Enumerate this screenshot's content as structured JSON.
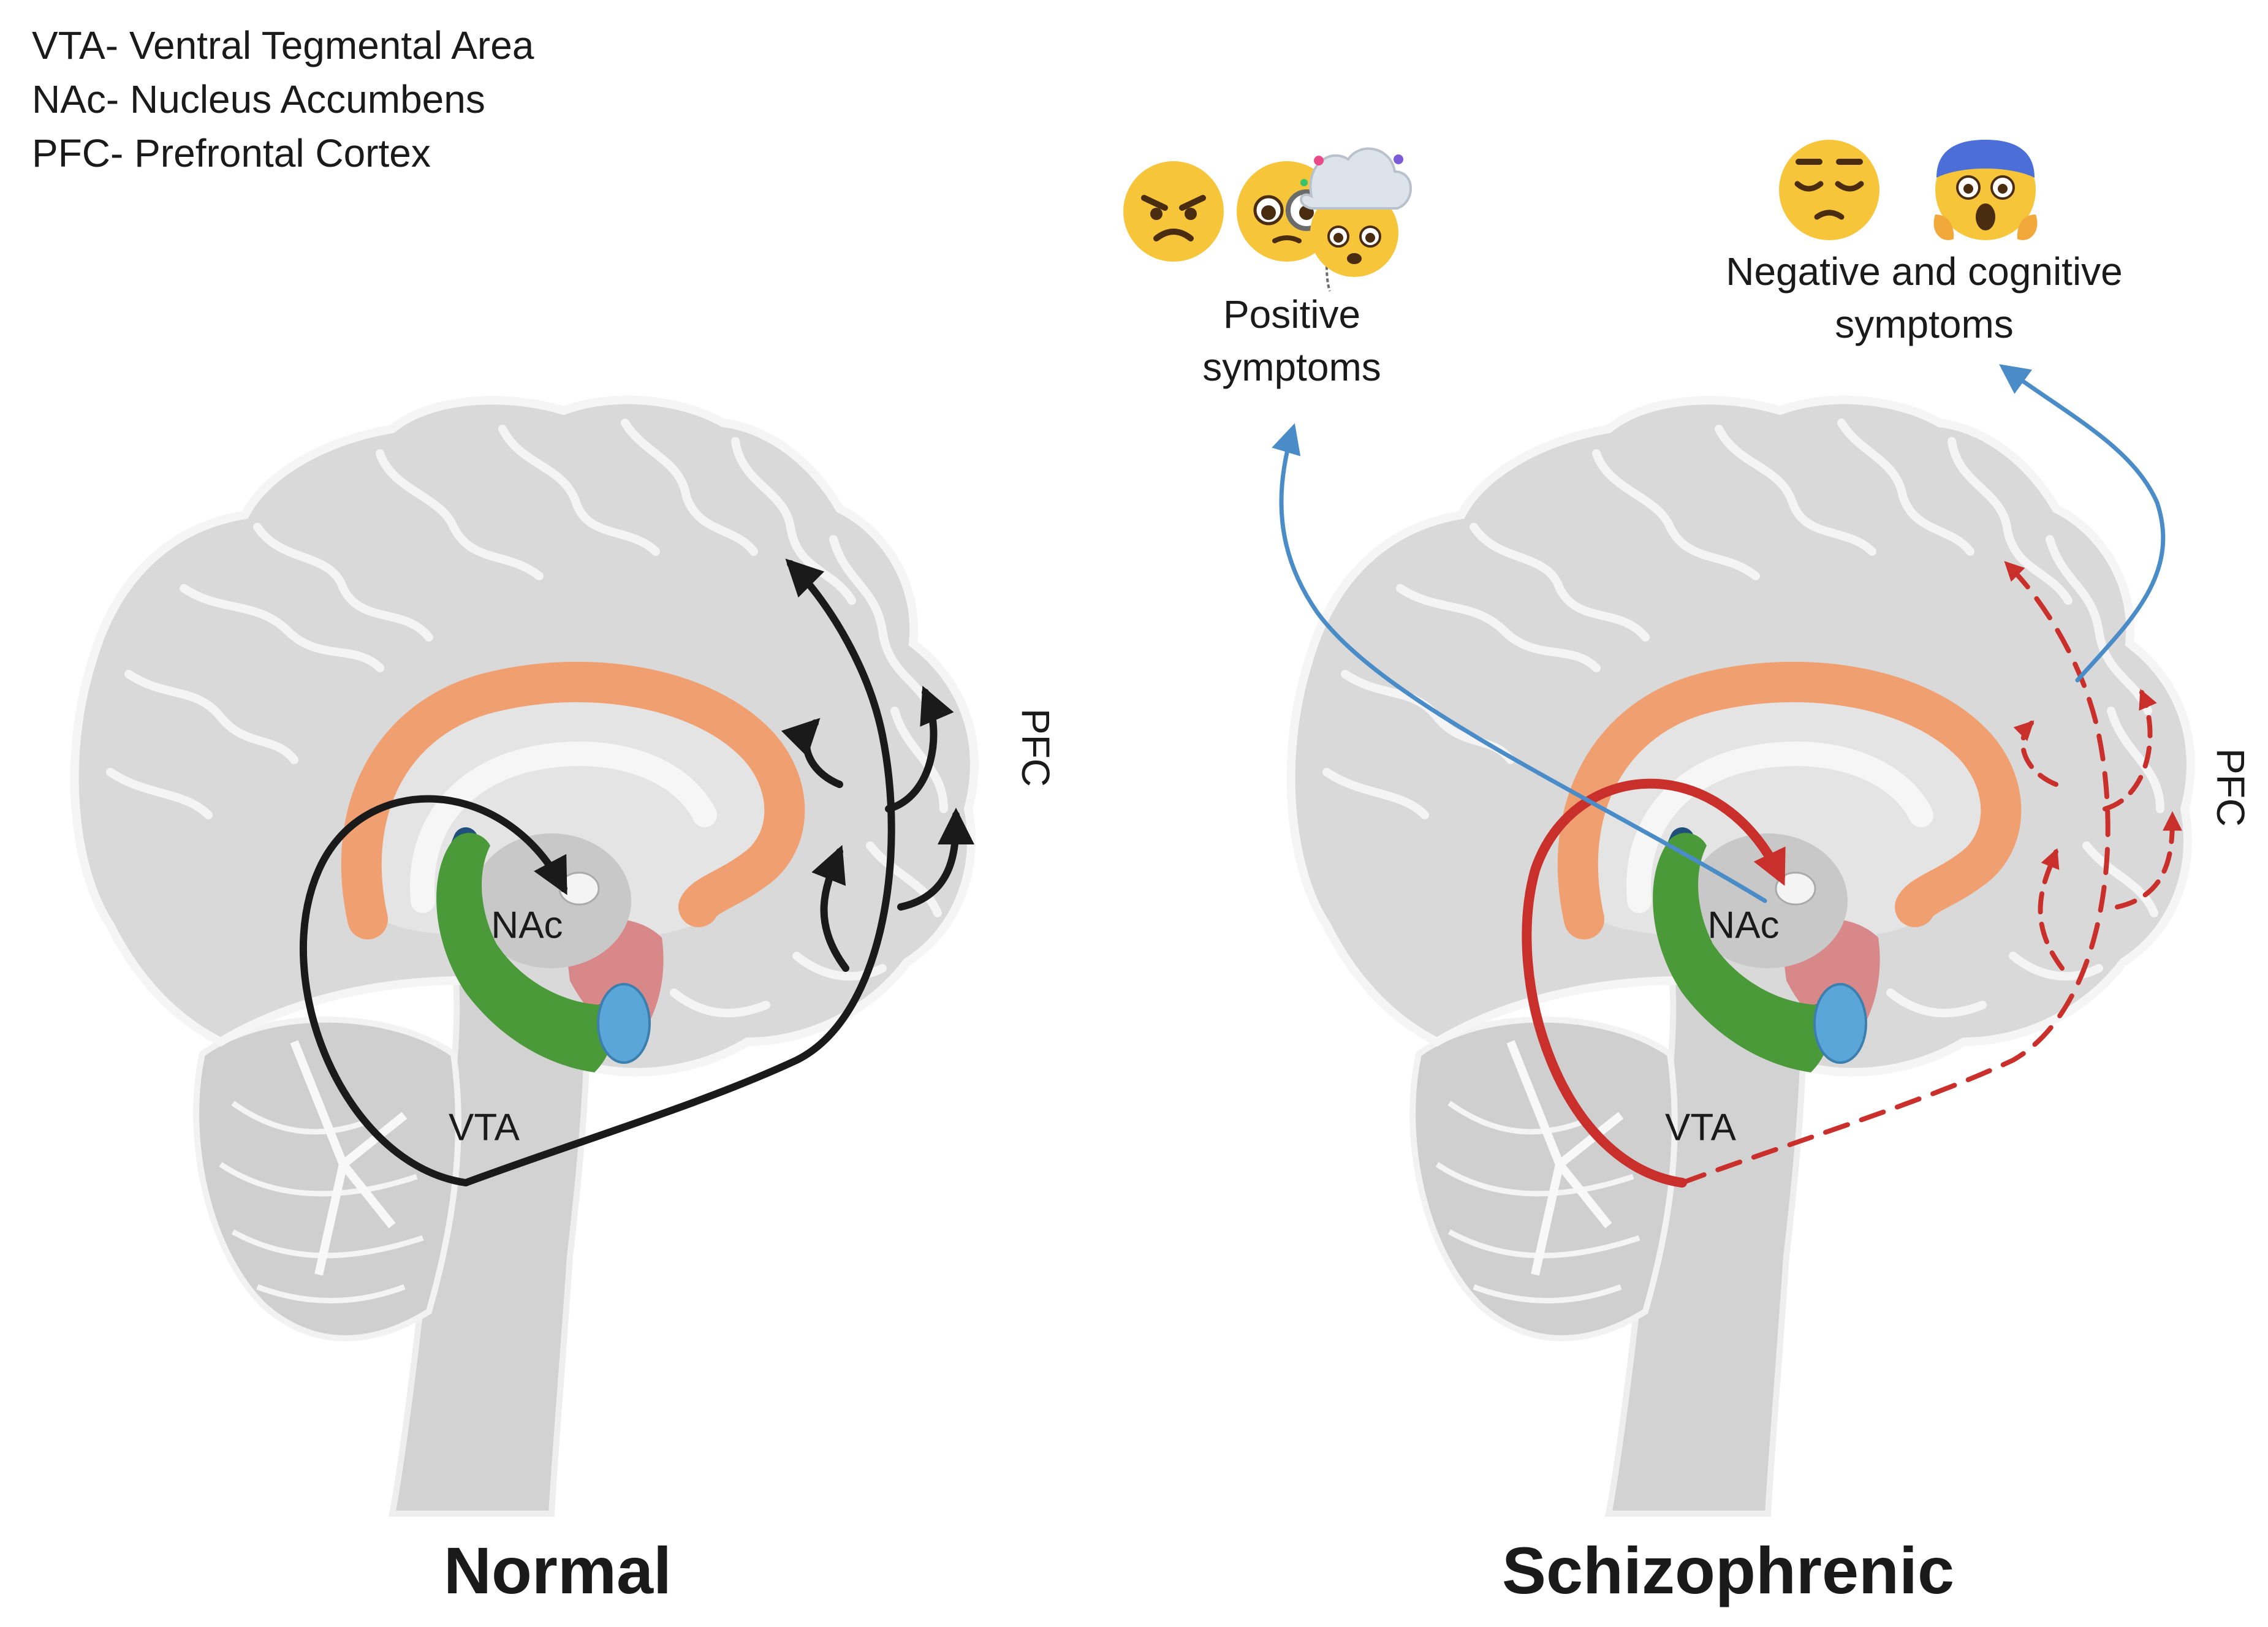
{
  "legend": {
    "vta": "VTA- Ventral Tegmental Area",
    "nac": "NAc- Nucleus Accumbens",
    "pfc": "PFC- Prefrontal Cortex"
  },
  "normal": {
    "title": "Normal",
    "labels": {
      "nac": "NAc",
      "vta": "VTA",
      "pfc": "PFC"
    }
  },
  "schizophrenic": {
    "title": "Schizophrenic",
    "labels": {
      "nac": "NAc",
      "vta": "VTA",
      "pfc": "PFC"
    },
    "positive": {
      "line1": "Positive",
      "line2": "symptoms"
    },
    "negative": {
      "line1": "Negative and cognitive",
      "line2": "symptoms"
    }
  },
  "icons": {
    "positive": [
      "angry-face-icon",
      "pleading-monocle-face-icon",
      "exploding-head-icon"
    ],
    "negative": [
      "unamused-face-icon",
      "screaming-face-icon"
    ]
  },
  "colors": {
    "brain_fill": "#d9d9d9",
    "brain_stroke": "#f5f5f5",
    "corpus_callosum": "#f0a070",
    "striatum_green": "#4a9a3a",
    "striatum_dark": "#1f4f7a",
    "amygdala_blue": "#5aa6d8",
    "thalamus_pink": "#d9888a",
    "normal_pathway": "#1a1a1a",
    "schizo_pathway": "#c9302c",
    "symptom_arrow": "#4a8cc8",
    "emoji_yellow": "#f7c53a"
  }
}
